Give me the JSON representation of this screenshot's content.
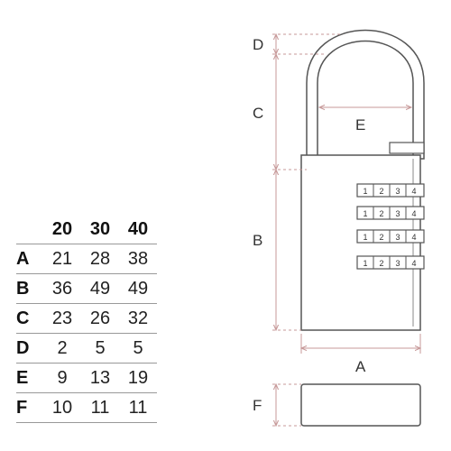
{
  "table": {
    "columns": [
      "20",
      "30",
      "40"
    ],
    "rows": [
      {
        "label": "A",
        "values": [
          "21",
          "28",
          "38"
        ]
      },
      {
        "label": "B",
        "values": [
          "36",
          "49",
          "49"
        ]
      },
      {
        "label": "C",
        "values": [
          "23",
          "26",
          "32"
        ]
      },
      {
        "label": "D",
        "values": [
          "2",
          "5",
          "5"
        ]
      },
      {
        "label": "E",
        "values": [
          "9",
          "13",
          "19"
        ]
      },
      {
        "label": "F",
        "values": [
          "10",
          "11",
          "11"
        ]
      }
    ]
  },
  "drawing": {
    "labels": {
      "d": "D",
      "c": "C",
      "e": "E",
      "b": "B",
      "a": "A",
      "f": "F"
    },
    "dials": [
      [
        "1",
        "2",
        "3",
        "4"
      ],
      [
        "1",
        "2",
        "3",
        "4"
      ],
      [
        "1",
        "2",
        "3",
        "4"
      ],
      [
        "1",
        "2",
        "3",
        "4"
      ]
    ]
  }
}
